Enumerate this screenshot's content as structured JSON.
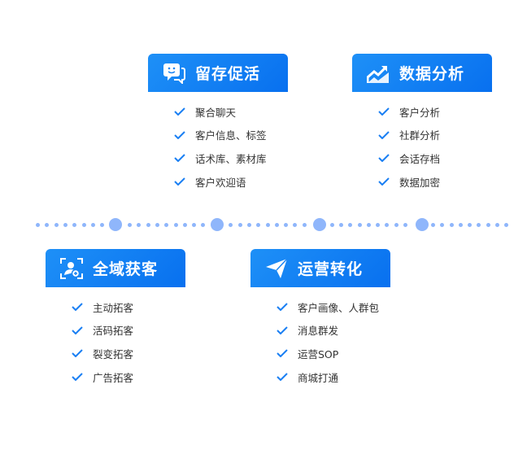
{
  "cards": [
    {
      "title": "留存促活",
      "icon": "chat-bubble-icon",
      "items": [
        "聚合聊天",
        "客户信息、标签",
        "话术库、素材库",
        "客户欢迎语"
      ]
    },
    {
      "title": "数据分析",
      "icon": "trend-chart-icon",
      "items": [
        "客户分析",
        "社群分析",
        "会话存档",
        "数据加密"
      ]
    },
    {
      "title": "全域获客",
      "icon": "scan-user-add-icon",
      "items": [
        "主动拓客",
        "活码拓客",
        "裂变拓客",
        "广告拓客"
      ]
    },
    {
      "title": "运营转化",
      "icon": "paper-plane-icon",
      "items": [
        "客户画像、人群包",
        "消息群发",
        "运营SOP",
        "商城打通"
      ]
    }
  ],
  "colors": {
    "accent": "#0a73f0",
    "dots": "#8fb6fb"
  }
}
